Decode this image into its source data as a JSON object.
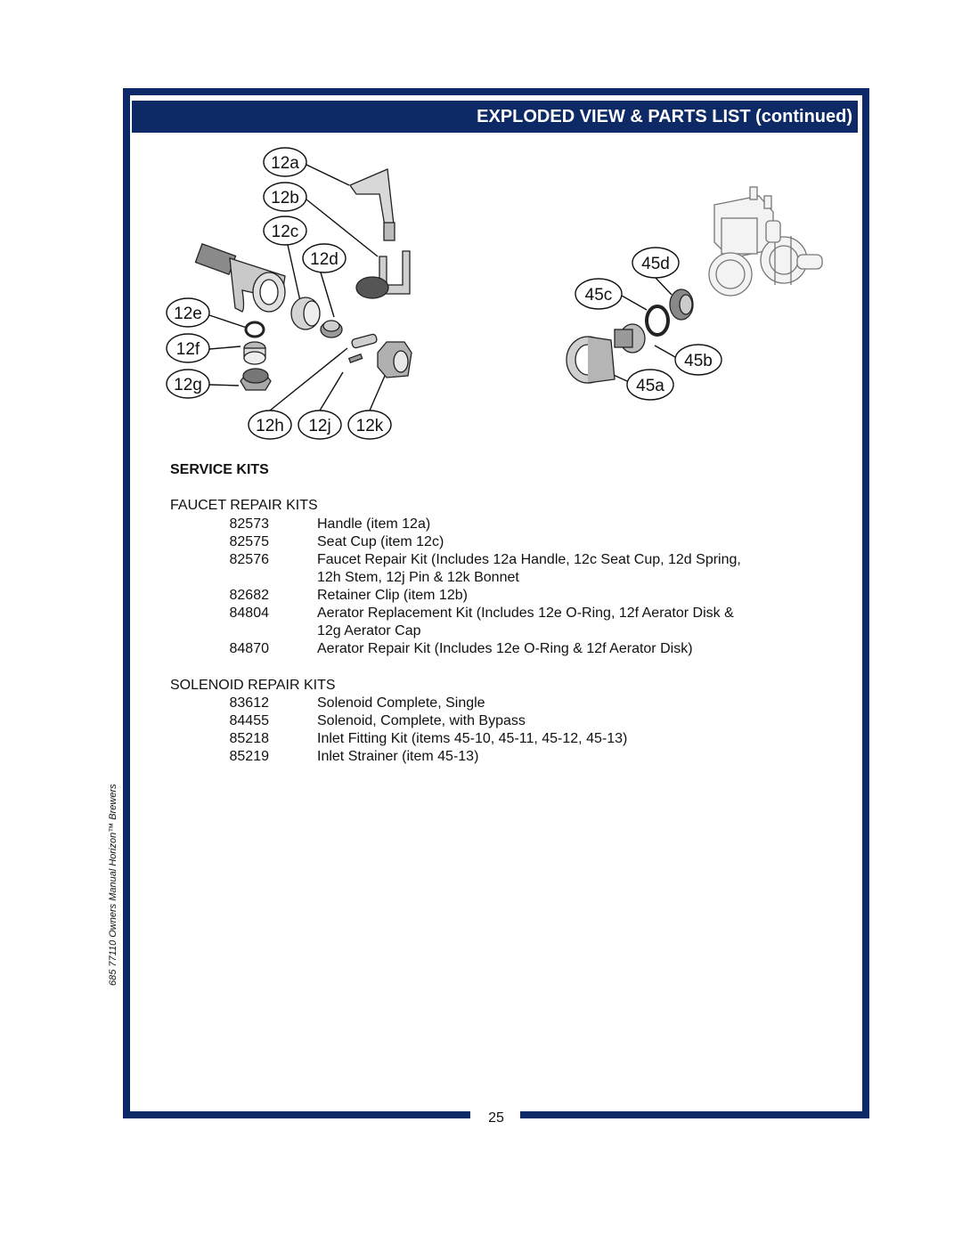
{
  "header": {
    "title": "EXPLODED VIEW & PARTS LIST (continued)"
  },
  "diagram": {
    "callouts": [
      "12a",
      "12b",
      "12c",
      "12d",
      "12e",
      "12f",
      "12g",
      "12h",
      "12j",
      "12k",
      "45d",
      "45c",
      "45b",
      "45a"
    ]
  },
  "service_kits": {
    "title": "SERVICE KITS",
    "faucet": {
      "title": "FAUCET REPAIR KITS",
      "items": [
        {
          "number": "82573",
          "description": "Handle (item 12a)"
        },
        {
          "number": "82575",
          "description": "Seat Cup (item 12c)"
        },
        {
          "number": "82576",
          "description": "Faucet Repair Kit (Includes 12a Handle, 12c Seat Cup, 12d Spring,",
          "description_line2": "12h Stem, 12j Pin & 12k Bonnet"
        },
        {
          "number": "82682",
          "description": "Retainer Clip (item 12b)"
        },
        {
          "number": "84804",
          "description": "Aerator Replacement Kit (Includes 12e O-Ring, 12f Aerator Disk &",
          "description_line2": "12g Aerator Cap"
        },
        {
          "number": "84870",
          "description": "Aerator Repair Kit (Includes 12e O-Ring & 12f Aerator Disk)"
        }
      ]
    },
    "solenoid": {
      "title": "SOLENOID REPAIR KITS",
      "items": [
        {
          "number": "83612",
          "description": "Solenoid Complete, Single"
        },
        {
          "number": "84455",
          "description": "Solenoid, Complete, with Bypass"
        },
        {
          "number": "85218",
          "description": "Inlet Fitting Kit (items 45-10, 45-11, 45-12, 45-13)"
        },
        {
          "number": "85219",
          "description": "Inlet Strainer (item 45-13)"
        }
      ]
    }
  },
  "footer": {
    "side_text": "685  77110  Owners Manual Horizon™ Brewers",
    "page_number": "25"
  }
}
